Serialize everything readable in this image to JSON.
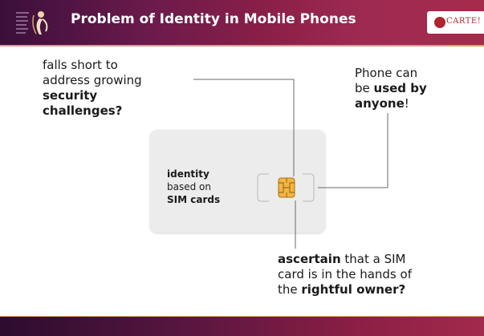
{
  "header": {
    "title": "Problem of Identity in Mobile Phones",
    "org_logo_text": "CARTE!"
  },
  "callouts": {
    "top_left": {
      "line1": "falls short to",
      "line2": "address growing",
      "line3": "security",
      "line4": "challenges?"
    },
    "top_right": {
      "line1": "Phone can",
      "line2_prefix": "be ",
      "line2_bold": "used by",
      "line3_bold": "anyone",
      "line3_suffix": "!"
    },
    "bottom": {
      "line1_bold": "ascertain",
      "line1_suffix": " that a SIM",
      "line2": "card is in the hands of",
      "line3_prefix": "the ",
      "line3_bold": "rightful owner?"
    }
  },
  "sim_card": {
    "line1": "identity",
    "line2": "based on",
    "line3": "SIM cards"
  },
  "colors": {
    "header_start": "#3a0f3a",
    "header_end": "#a52b4b",
    "accent_gold": "#d7a36a",
    "chip_gold": "#f2b544",
    "text": "#1a1a1a",
    "card_bg": "#ececec"
  },
  "icons": {
    "header_logo": "figure-logo-icon",
    "chip": "sim-chip-icon"
  }
}
